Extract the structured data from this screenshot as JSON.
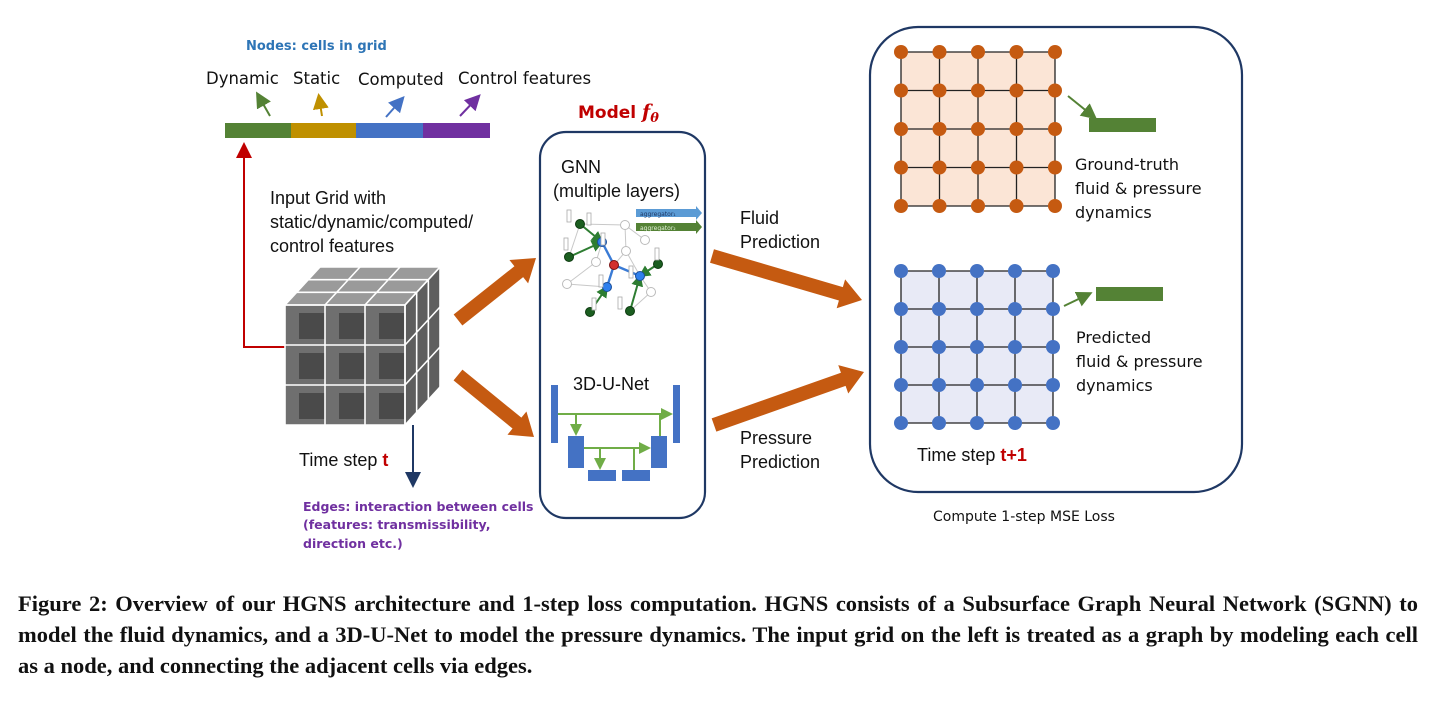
{
  "nodes_label": "Nodes: cells in grid",
  "features": [
    {
      "label": "Dynamic",
      "color": "#548235"
    },
    {
      "label": "Static",
      "color": "#BF9000"
    },
    {
      "label": "Computed",
      "color": "#4472C4"
    },
    {
      "label": "Control features",
      "color": "#7030A0"
    }
  ],
  "input_grid": {
    "lines": [
      "Input Grid with",
      "static/dynamic/computed/",
      "control features"
    ],
    "time_step_prefix": "Time step ",
    "time_step_value": "t"
  },
  "edges_label": {
    "lines": [
      "Edges: interaction between cells",
      "(features: transmissibility,",
      "direction etc.)"
    ]
  },
  "model": {
    "title": "Model ",
    "symbol": "f",
    "subscript": "θ",
    "gnn_title": "GNN",
    "gnn_subtitle": "(multiple layers)",
    "aggregator_1": "aggregator₁",
    "aggregator_2": "aggregator₂",
    "unet_title": "3D-U-Net"
  },
  "predictions": {
    "fluid": [
      "Fluid",
      "Prediction"
    ],
    "pressure": [
      "Pressure",
      "Prediction"
    ]
  },
  "output": {
    "ground_truth": [
      "Ground-truth",
      "fluid & pressure",
      "dynamics"
    ],
    "predicted": [
      "Predicted",
      "fluid & pressure",
      "dynamics"
    ],
    "time_step_prefix": "Time step ",
    "time_step_value": "t+1",
    "loss_label": "Compute 1-step MSE Loss"
  },
  "colors": {
    "accent_red": "#C00000",
    "arrow_orange": "#C55A11",
    "navy": "#1F3864",
    "node_orange": "#C55A11",
    "node_blue": "#4472C4",
    "grid_fill_orange": "#FBE5D6",
    "grid_fill_blue": "#E8EAF6",
    "nodes_label_blue": "#2E75B6",
    "edges_label_purple": "#7030A0",
    "feature_green": "#548235"
  },
  "caption": "Figure 2: Overview of our HGNS architecture and 1-step loss computation. HGNS consists of a Subsurface Graph Neural Network (SGNN) to model the fluid dynamics, and a 3D-U-Net to model the pressure dynamics. The input grid on the left is treated as a graph by modeling each cell as a node, and connecting the adjacent cells via edges."
}
